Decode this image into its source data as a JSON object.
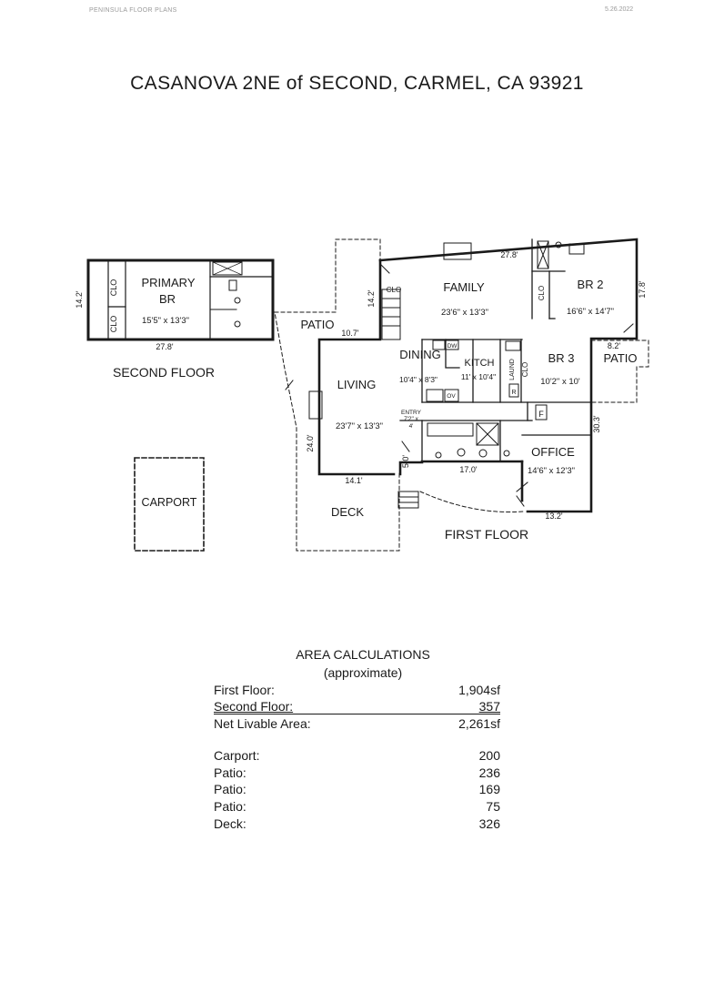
{
  "header": {
    "brand": "PENINSULA FLOOR PLANS",
    "date": "5.26.2022"
  },
  "title": "CASANOVA 2NE of SECOND, CARMEL, CA  93921",
  "second_floor": {
    "caption": "SECOND FLOOR",
    "primary_br_line1": "PRIMARY",
    "primary_br_line2": "BR",
    "primary_br_dims": "15'5\" x 13'3\"",
    "clo": "CLO",
    "dim_width": "27.8'",
    "dim_height": "14.2'"
  },
  "carport": {
    "label": "CARPORT"
  },
  "first_floor": {
    "caption": "FIRST FLOOR",
    "family": "FAMILY",
    "family_dims": "23'6\" x 13'3\"",
    "br2": "BR 2",
    "br2_dims": "16'6\" x 14'7\"",
    "br3": "BR 3",
    "br3_dims": "10'2\" x 10'",
    "dining": "DINING",
    "dining_dims": "10'4\" x 8'3\"",
    "kitch": "KITCH",
    "kitch_dims": "11' x 10'4\"",
    "living": "LIVING",
    "living_dims": "23'7\" x 13'3\"",
    "office": "OFFICE",
    "office_dims": "14'6\" x 12'3\"",
    "entry_l1": "ENTRY",
    "entry_l2": "7'2\" x",
    "entry_l3": "4'",
    "patio": "PATIO",
    "deck": "DECK",
    "clo": "CLO",
    "laund": "LAUND",
    "dw": "DW",
    "ov": "OV",
    "r": "R",
    "f": "F",
    "dim_278": "27.8'",
    "dim_142": "14.2'",
    "dim_107": "10.7'",
    "dim_178": "17.8'",
    "dim_82": "8.2'",
    "dim_303": "30.3'",
    "dim_240": "24.0'",
    "dim_141": "14.1'",
    "dim_50": "5.0'",
    "dim_170": "17.0'",
    "dim_132": "13.2'"
  },
  "area": {
    "title": "AREA CALCULATIONS",
    "subtitle": "(approximate)",
    "rows": [
      {
        "label": "First  Floor:",
        "value": "1,904sf"
      },
      {
        "label": "Second Floor:",
        "value": "357"
      },
      {
        "label": "Net Livable Area:",
        "value": "2,261sf"
      },
      {
        "label": "Carport:",
        "value": "200"
      },
      {
        "label": "Patio:",
        "value": "236"
      },
      {
        "label": "Patio:",
        "value": "169"
      },
      {
        "label": "Patio:",
        "value": "75"
      },
      {
        "label": "Deck:",
        "value": "326"
      }
    ]
  }
}
